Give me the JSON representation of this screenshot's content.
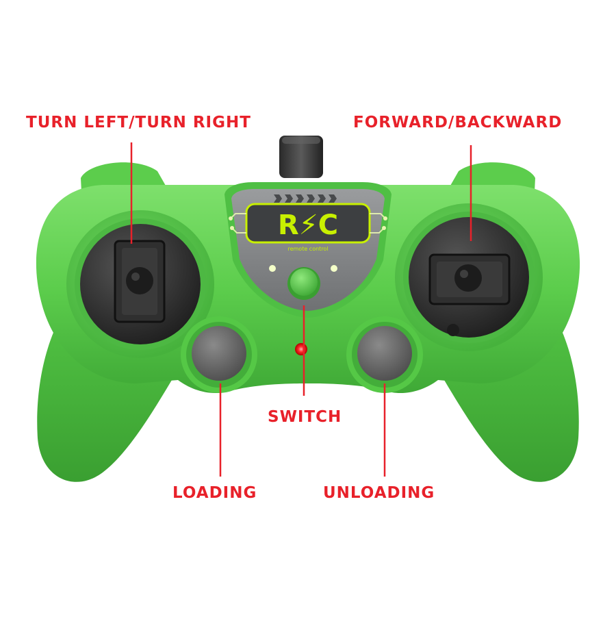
{
  "colors": {
    "body_green": "#5ccd4c",
    "body_green_dark": "#3fa936",
    "body_green_light": "#7ee06c",
    "callout_red": "#e8212a",
    "stick_dark": "#2b2b2b",
    "button_gray": "#6a6a6a",
    "panel_gray": "#8a8c8e",
    "logo_yellow": "#c8f000",
    "led_red": "#ff2a2a"
  },
  "callouts": {
    "turn": "TURN LEFT/TURN RIGHT",
    "forward": "FORWARD/BACKWARD",
    "switch": "SWITCH",
    "loading": "LOADING",
    "unloading": "UNLOADING"
  },
  "logo": {
    "text": "R⚡C",
    "subtitle": "remote control"
  },
  "icons": {
    "left_stick": "joystick-icon",
    "right_stick": "joystick-icon",
    "switch_button": "round-button-icon",
    "antenna": "antenna-icon",
    "led": "led-indicator-icon"
  }
}
